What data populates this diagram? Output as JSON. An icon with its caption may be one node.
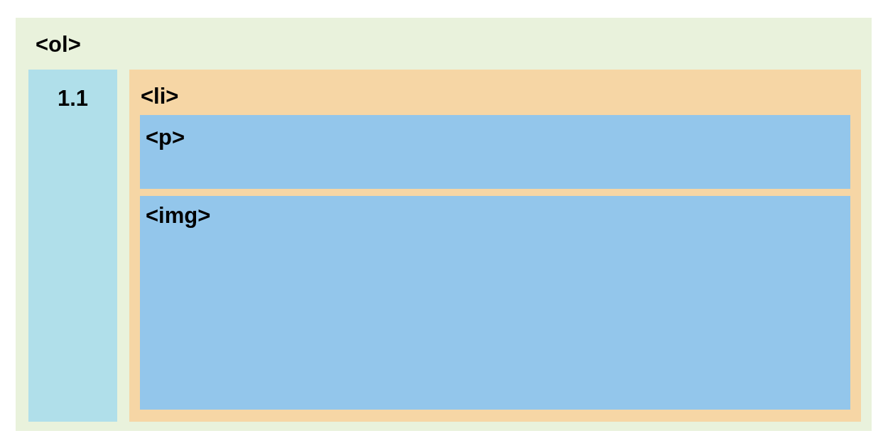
{
  "diagram": {
    "nodes": [
      {
        "text": [
          "<ol>"
        ]
      },
      {
        "text": [
          "1.1"
        ],
        "in": 0
      },
      {
        "text": [
          "<li>"
        ],
        "in": 0
      },
      {
        "text": [
          "<p>"
        ],
        "in": 2
      },
      {
        "text": [
          "<img>"
        ],
        "in": 2
      }
    ]
  }
}
